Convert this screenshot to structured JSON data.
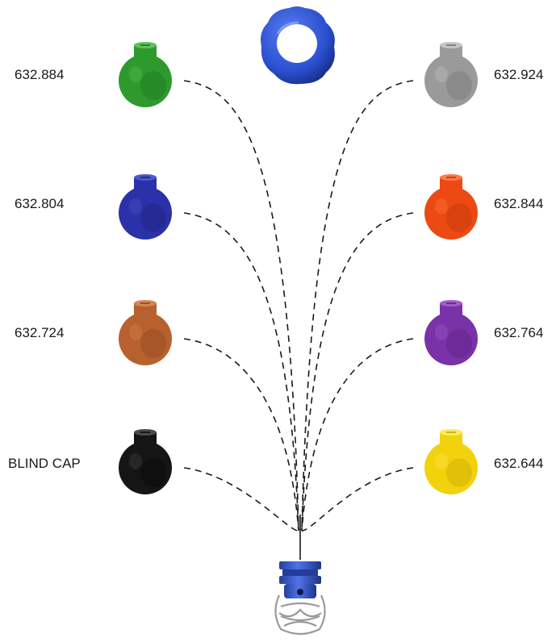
{
  "nozzles": {
    "left": [
      {
        "label": "632.884",
        "color": "#2e9a2e",
        "dark": "#1c6b1c",
        "light": "#5cc25c"
      },
      {
        "label": "632.804",
        "color": "#2b31a8",
        "dark": "#1a1f74",
        "light": "#4e56cc"
      },
      {
        "label": "632.724",
        "color": "#b8612e",
        "dark": "#84411c",
        "light": "#d88452"
      },
      {
        "label": "BLIND CAP",
        "color": "#151515",
        "dark": "#050505",
        "light": "#4a4a4a"
      }
    ],
    "right": [
      {
        "label": "632.924",
        "color": "#9a9a9a",
        "dark": "#6e6e6e",
        "light": "#c4c4c4"
      },
      {
        "label": "632.844",
        "color": "#ec4a12",
        "dark": "#b5330a",
        "light": "#ff7a46"
      },
      {
        "label": "632.764",
        "color": "#7a32a8",
        "dark": "#54207a",
        "light": "#a25ccc"
      },
      {
        "label": "632.644",
        "color": "#f2d20c",
        "dark": "#c2a200",
        "light": "#ffe95c"
      }
    ]
  },
  "colors": {
    "cap_ring": "#2a4fd0",
    "base_body": "#3b5fd8",
    "dash_line": "#1a1a1a",
    "spring": "#9a9a9a"
  }
}
